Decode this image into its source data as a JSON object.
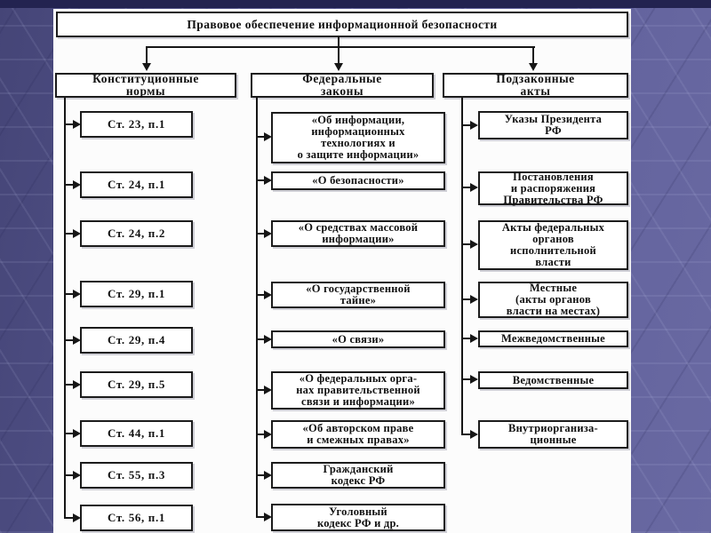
{
  "title": "Правовое обеспечение информационной безопасности",
  "columns": [
    {
      "header": "Конституционные\nнормы",
      "items": [
        "Ст. 23, п.1",
        "Ст. 24, п.1",
        "Ст. 24, п.2",
        "Ст. 29, п.1",
        "Ст. 29, п.4",
        "Ст. 29, п.5",
        "Ст. 44, п.1",
        "Ст. 55, п.3",
        "Ст. 56, п.1"
      ]
    },
    {
      "header": "Федеральные\nзаконы",
      "items": [
        "«Об информации,\nинформационных\nтехнологиях и\nо защите информации»",
        "«О безопасности»",
        "«О средствах массовой\nинформации»",
        "«О государственной\nтайне»",
        "«О связи»",
        "«О федеральных орга-\nнах правительственной\nсвязи и информации»",
        "«Об авторском праве\nи смежных правах»",
        "Гражданский\nкодекс РФ",
        "Уголовный\nкодекс РФ и др."
      ]
    },
    {
      "header": "Подзаконные\nакты",
      "items": [
        "Указы Президента\nРФ",
        "Постановления\nи распоряжения\nПравительства РФ",
        "Акты федеральных\nорганов\nисполнительной\nвласти",
        "Местные\n(акты органов\nвласти на местах)",
        "Межведомственные",
        "Ведомственные",
        "Внутриорганиза-\nционные"
      ]
    }
  ],
  "colors": {
    "background_purple": "#65659c",
    "top_band": "#232350",
    "panel_white": "#fcfcfc",
    "line_black": "#161616",
    "box_border": "#1c1c1c"
  }
}
